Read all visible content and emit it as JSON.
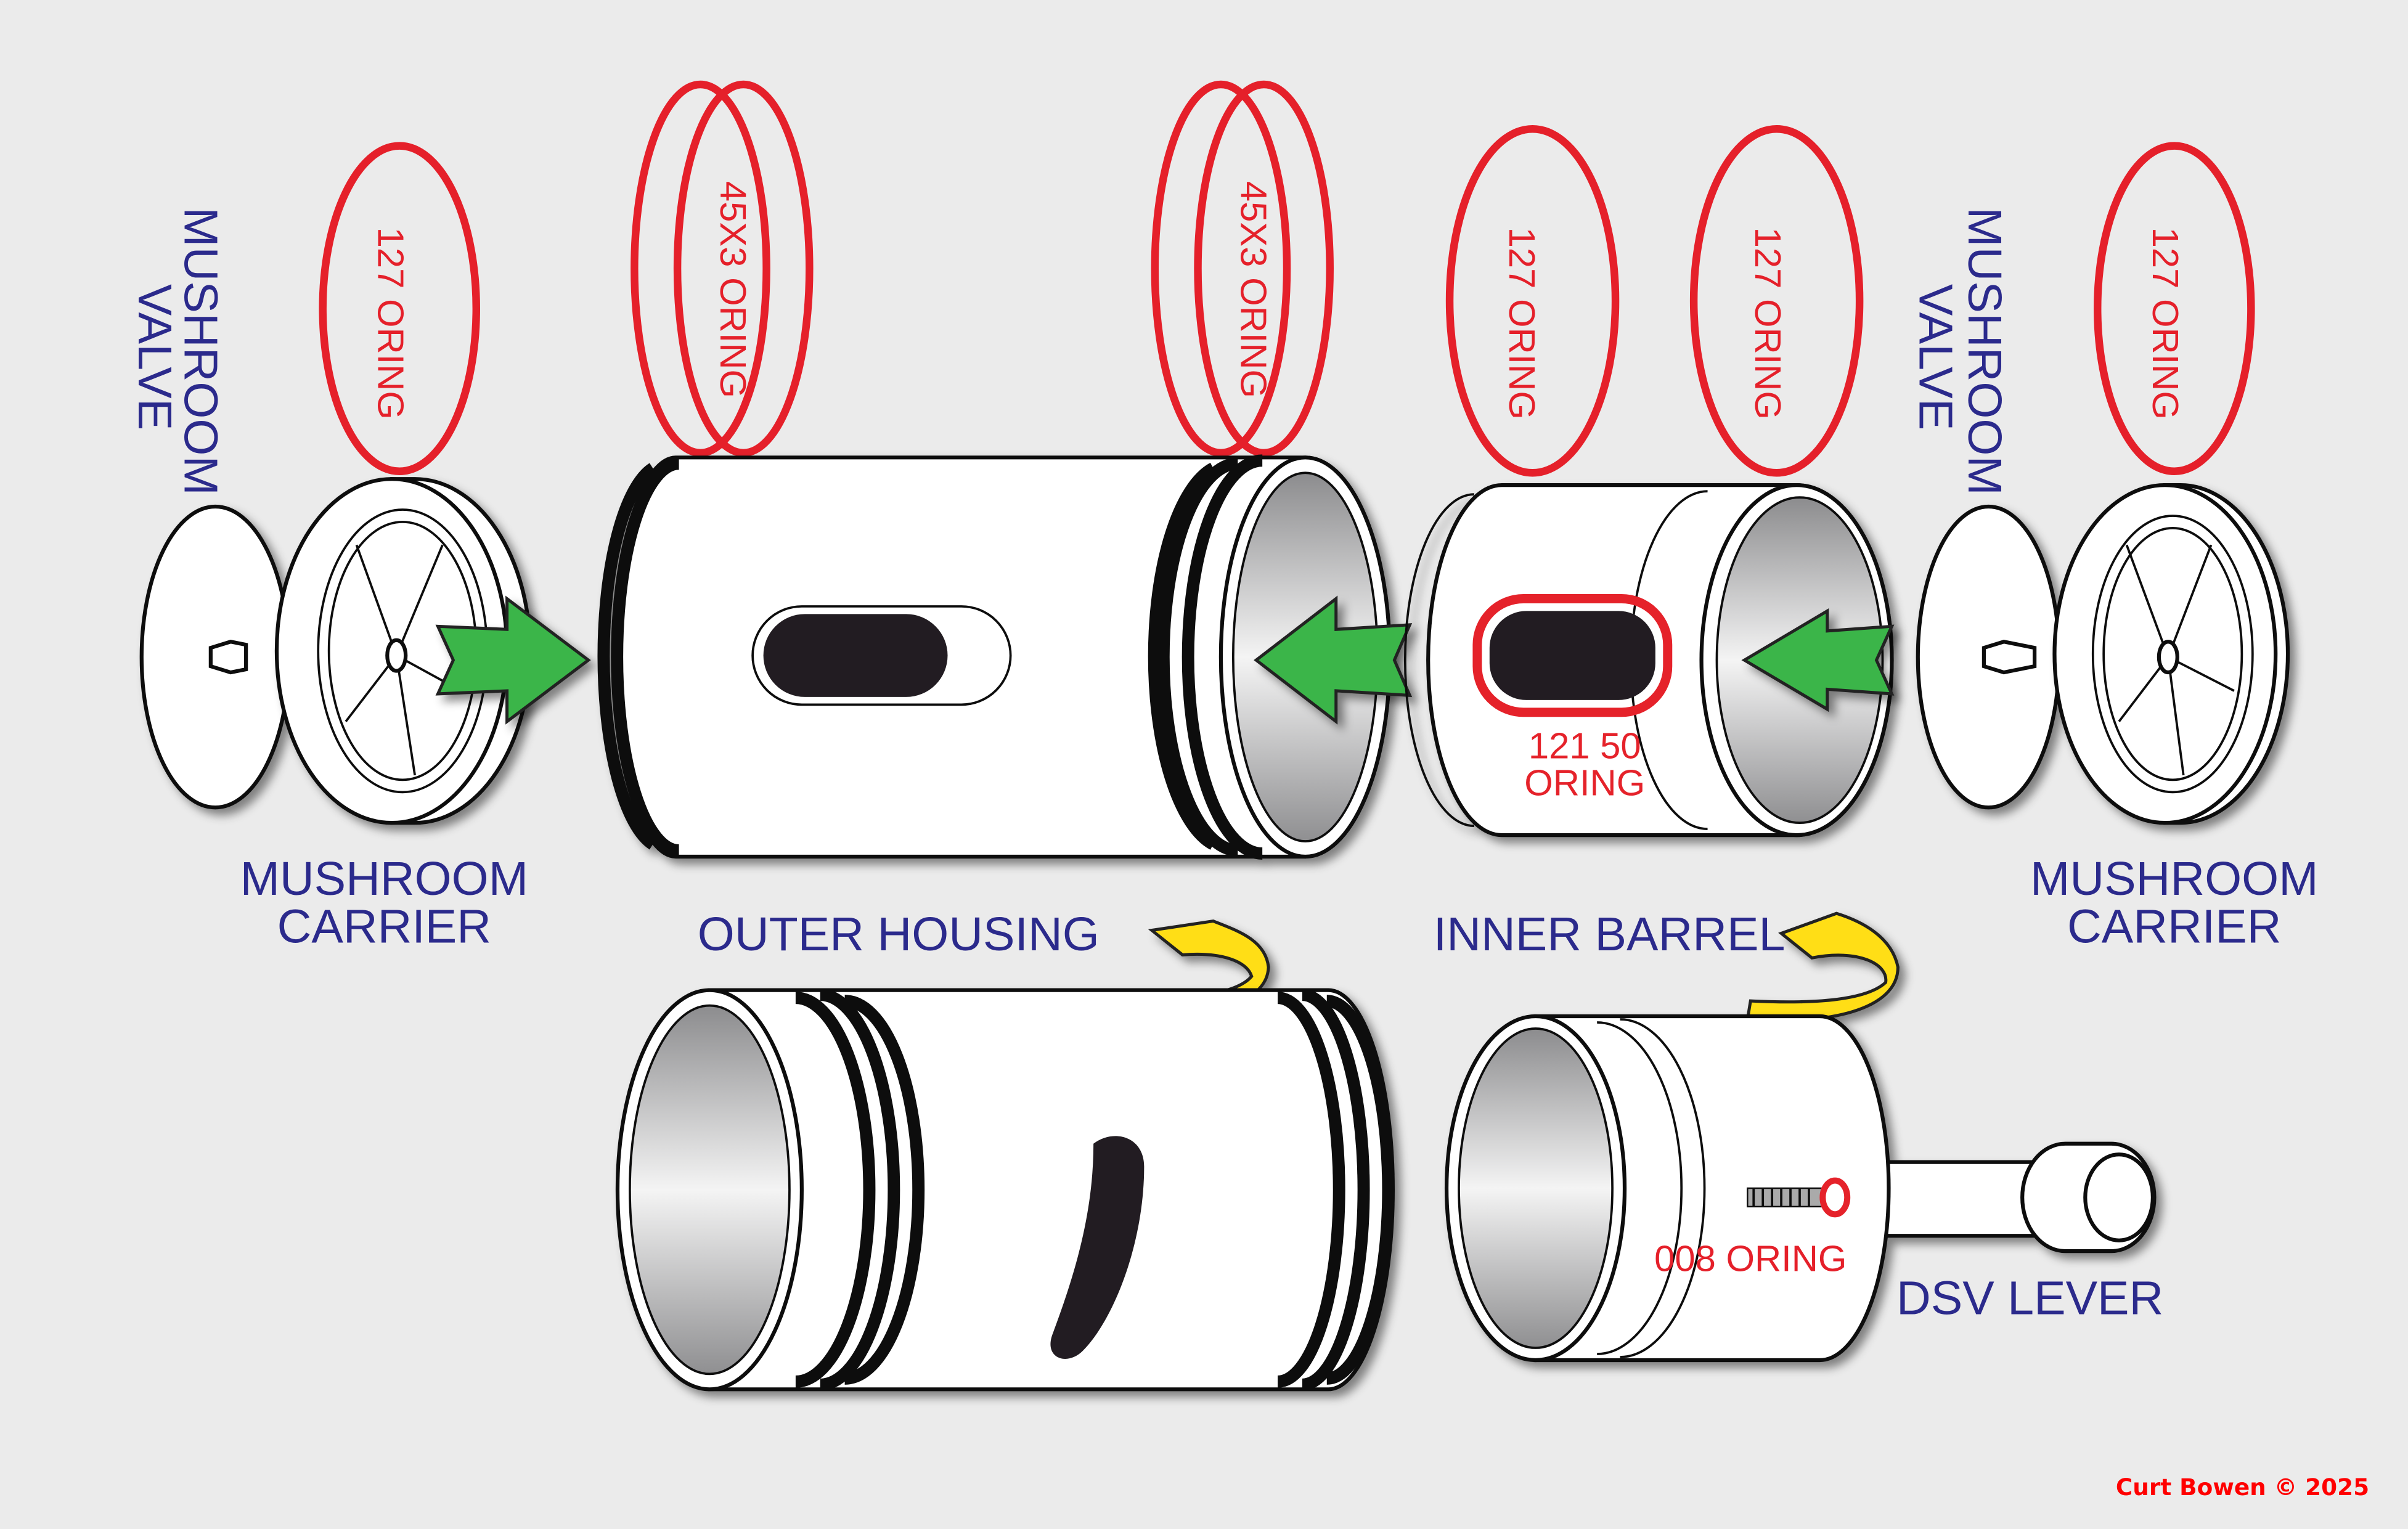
{
  "labels": {
    "mushroom_valve_left": [
      "MUSHROOM",
      "VALVE"
    ],
    "mushroom_carrier_left": [
      "MUSHROOM",
      "CARRIER"
    ],
    "outer_housing": "OUTER HOUSING",
    "inner_barrel": "INNER BARREL",
    "mushroom_valve_right": [
      "MUSHROOM",
      "VALVE"
    ],
    "mushroom_carrier_right": [
      "MUSHROOM",
      "CARRIER"
    ],
    "dsv_lever": "DSV LEVER"
  },
  "orings": {
    "carrier_left": "127 ORING",
    "housing_left": "45X3 ORING",
    "housing_right": "45X3 ORING",
    "barrel_left": "127 ORING",
    "barrel_right": "127 ORING",
    "carrier_right": "127 ORING",
    "window": [
      "121 50",
      "ORING"
    ],
    "lever": "008 ORING"
  },
  "credit": "Curt Bowen © 2025",
  "colors": {
    "label": "#2b2a8c",
    "oring": "#e5202a",
    "arrow_green": "#3ab54a",
    "arrow_yellow": "#ffde17",
    "background": "#ebebeb"
  }
}
